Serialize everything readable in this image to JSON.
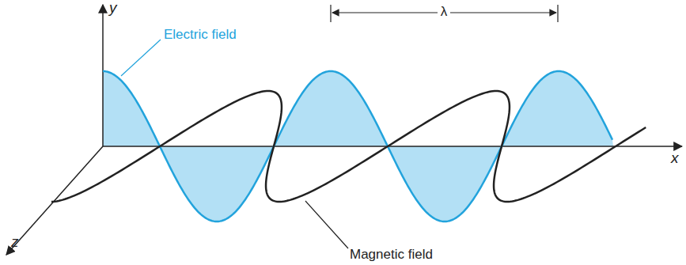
{
  "diagram": {
    "labels": [
      "y",
      "Electric field",
      "λ",
      "Magnetic field",
      "z",
      "x"
    ]
  }
}
